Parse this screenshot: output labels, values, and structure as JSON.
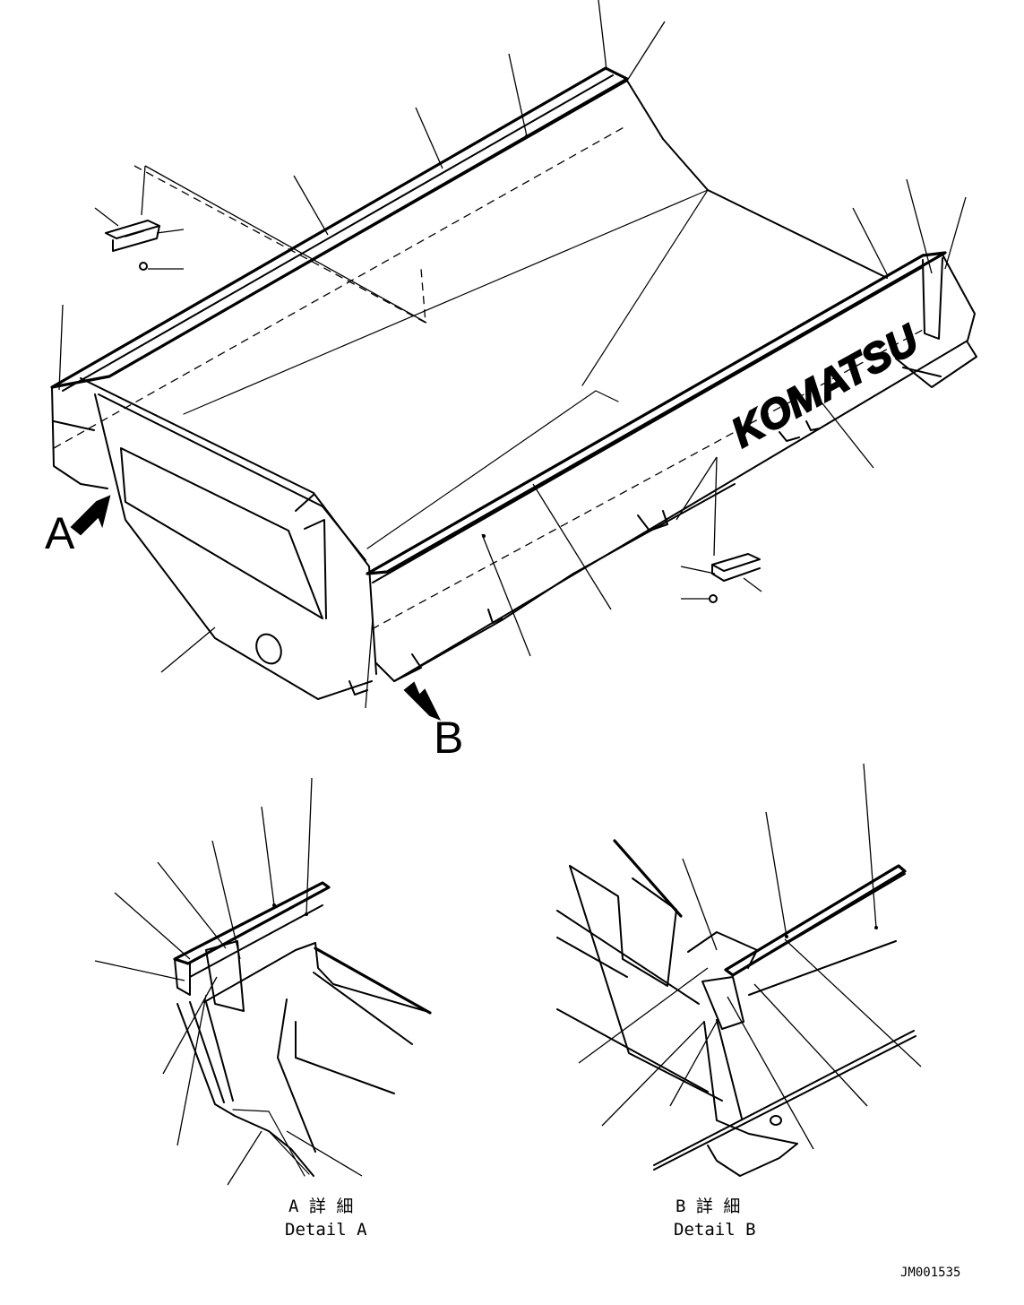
{
  "view_markers": {
    "a": "A",
    "b": "B"
  },
  "logo_text": "KOMATSU",
  "detail_a": {
    "jp": "A 詳 細",
    "en": "Detail A"
  },
  "detail_b": {
    "jp": "B 詳 細",
    "en": "Detail B"
  },
  "drawing_number": "JM001535"
}
